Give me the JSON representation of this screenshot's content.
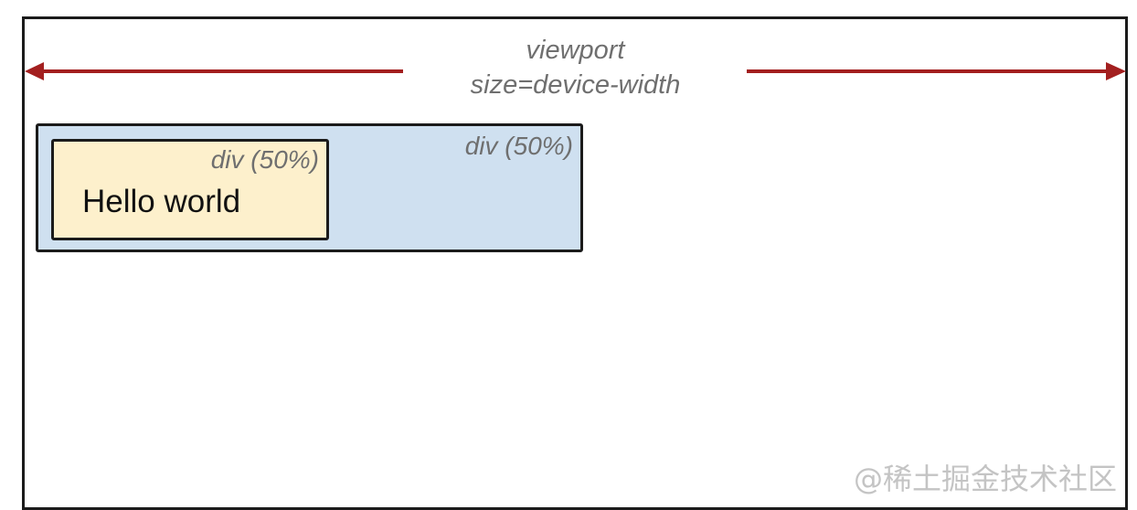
{
  "viewport": {
    "label_line1": "viewport",
    "label_line2": "size=device-width",
    "arrow_color": "#a31f1f"
  },
  "outer_div": {
    "label": "div (50%)",
    "fill": "#cfe0f0"
  },
  "inner_div": {
    "label": "div (50%)",
    "fill": "#fdf0cc",
    "text": "Hello world"
  },
  "watermark": {
    "text": "@稀土掘金技术社区"
  },
  "icons": [
    "arrow-left-icon",
    "arrow-right-icon"
  ]
}
